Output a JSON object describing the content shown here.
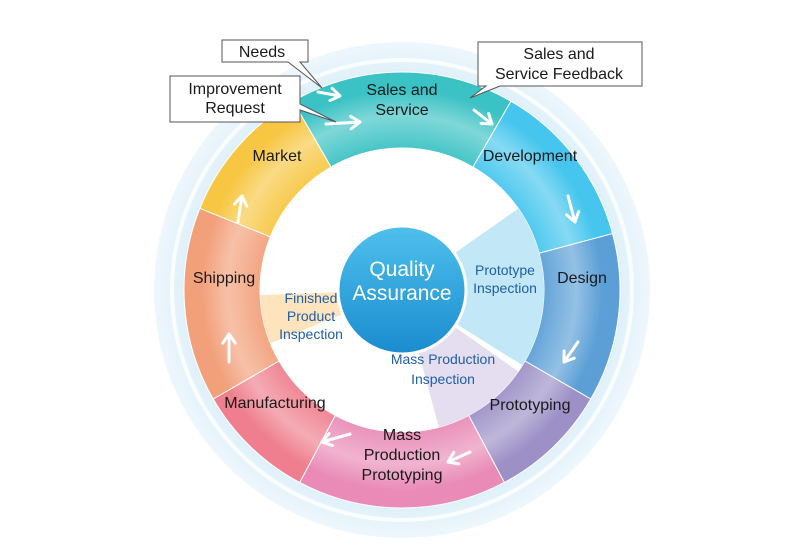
{
  "center": {
    "line1": "Quality",
    "line2": "Assurance",
    "color": "#2aa6dc"
  },
  "segments": [
    {
      "id": "sales-and-service",
      "lines": [
        "Sales and",
        "Service"
      ],
      "color": "#3bc2c4"
    },
    {
      "id": "development",
      "lines": [
        "Development"
      ],
      "color": "#46c6ee"
    },
    {
      "id": "design",
      "lines": [
        "Design"
      ],
      "color": "#5b9fd6"
    },
    {
      "id": "prototyping",
      "lines": [
        "Prototyping"
      ],
      "color": "#9c90c6"
    },
    {
      "id": "mass-production-prototyping",
      "lines": [
        "Mass",
        "Production",
        "Prototyping"
      ],
      "color": "#e98bb6"
    },
    {
      "id": "manufacturing",
      "lines": [
        "Manufacturing"
      ],
      "color": "#ef7f8e"
    },
    {
      "id": "shipping",
      "lines": [
        "Shipping"
      ],
      "color": "#f2a07a"
    },
    {
      "id": "market",
      "lines": [
        "Market"
      ],
      "color": "#f7c743"
    }
  ],
  "inspections": [
    {
      "id": "prototype-inspection",
      "lines": [
        "Prototype",
        "Inspection"
      ],
      "color": "#bfe6f7"
    },
    {
      "id": "mass-production-inspection",
      "lines": [
        "Mass Production",
        "Inspection"
      ],
      "color": "#e4dcef"
    },
    {
      "id": "finished-product-inspection",
      "lines": [
        "Finished",
        "Product",
        "Inspection"
      ],
      "color": "#fde3b8"
    }
  ],
  "callouts": [
    {
      "id": "needs",
      "lines": [
        "Needs"
      ]
    },
    {
      "id": "improvement-request",
      "lines": [
        "Improvement",
        "Request"
      ]
    },
    {
      "id": "sales-and-service-feedback",
      "lines": [
        "Sales and",
        "Service Feedback"
      ]
    }
  ],
  "colors": {
    "outer_glow": "#cfe8f7",
    "arrow": "#ffffff",
    "inspection_text": "#1f5fa8"
  }
}
